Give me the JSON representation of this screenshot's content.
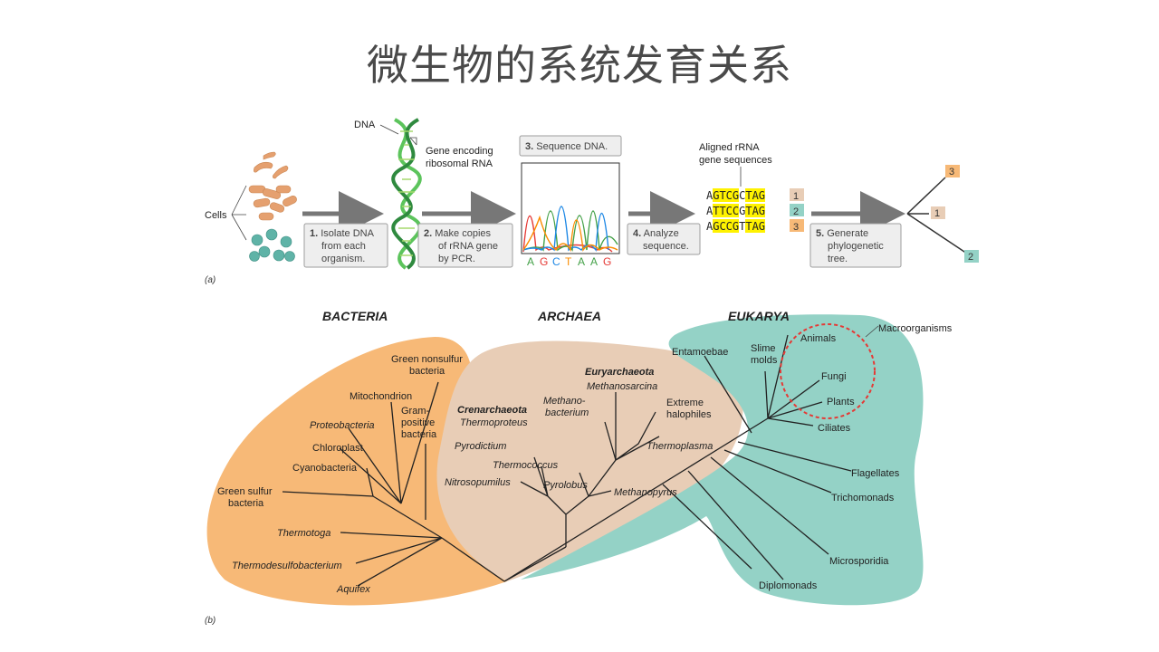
{
  "title": "微生物的系统发育关系",
  "panel_a": {
    "cells_label": "Cells",
    "dna_label": "DNA",
    "gene_label": [
      "Gene encoding",
      "ribosomal RNA"
    ],
    "steps": [
      {
        "num": "1.",
        "lines": [
          "Isolate DNA",
          "from each",
          "organism."
        ]
      },
      {
        "num": "2.",
        "lines": [
          "Make copies",
          "of rRNA gene",
          "by PCR."
        ]
      },
      {
        "num": "3.",
        "lines": [
          "Sequence DNA."
        ]
      },
      {
        "num": "4.",
        "lines": [
          "Analyze",
          "sequence."
        ]
      },
      {
        "num": "5.",
        "lines": [
          "Generate",
          "phylogenetic",
          "tree."
        ]
      }
    ],
    "bases": [
      "A",
      "G",
      "C",
      "T",
      "A",
      "A",
      "G"
    ],
    "aligned_label": [
      "Aligned rRNA",
      "gene sequences"
    ],
    "sequences": [
      {
        "seq": "AGTCGCTAG",
        "id": "1"
      },
      {
        "seq": "ATTCCGTAG",
        "id": "2"
      },
      {
        "seq": "AGCCGTTAG",
        "id": "3"
      }
    ],
    "tree_leaves": [
      "3",
      "1",
      "2"
    ],
    "caption": "(a)"
  },
  "panel_b": {
    "caption": "(b)",
    "domains": {
      "bacteria": "BACTERIA",
      "archaea": "ARCHAEA",
      "eukarya": "EUKARYA"
    },
    "bacteria": {
      "green_nonsulfur": [
        "Green nonsulfur",
        "bacteria"
      ],
      "mitochondrion": "Mitochondrion",
      "gram_positive": [
        "Gram-",
        "positive",
        "bacteria"
      ],
      "proteobacteria": "Proteobacteria",
      "chloroplast": "Chloroplast",
      "cyanobacteria": "Cyanobacteria",
      "green_sulfur": [
        "Green sulfur",
        "bacteria"
      ],
      "thermotoga": "Thermotoga",
      "thermodesulfobacterium": "Thermodesulfobacterium",
      "aquifex": "Aquifex"
    },
    "archaea": {
      "euryarchaeota": "Euryarchaeota",
      "methanosarcina": "Methanosarcina",
      "methanobacterium": [
        "Methano-",
        "bacterium"
      ],
      "extreme_halophiles": [
        "Extreme",
        "halophiles"
      ],
      "crenarchaeota": "Crenarchaeota",
      "thermoproteus": "Thermoproteus",
      "pyrodictium": "Pyrodictium",
      "thermococcus": "Thermococcus",
      "thermoplasma": "Thermoplasma",
      "nitrosopumilus": "Nitrosopumilus",
      "pyrolobus": "Pyrolobus",
      "methanopyrus": "Methanopyrus"
    },
    "eukarya": {
      "macroorganisms": "Macroorganisms",
      "entamoebae": "Entamoebae",
      "slime_molds": [
        "Slime",
        "molds"
      ],
      "animals": "Animals",
      "fungi": "Fungi",
      "plants": "Plants",
      "ciliates": "Ciliates",
      "flagellates": "Flagellates",
      "trichomonads": "Trichomonads",
      "microsporidia": "Microsporidia",
      "diplomonads": "Diplomonads"
    }
  },
  "colors": {
    "bacteria": "#f7b977",
    "archaea": "#e8cdb6",
    "eukarya": "#94d2c6",
    "highlight": "#fff200",
    "circle": "#e53935"
  }
}
